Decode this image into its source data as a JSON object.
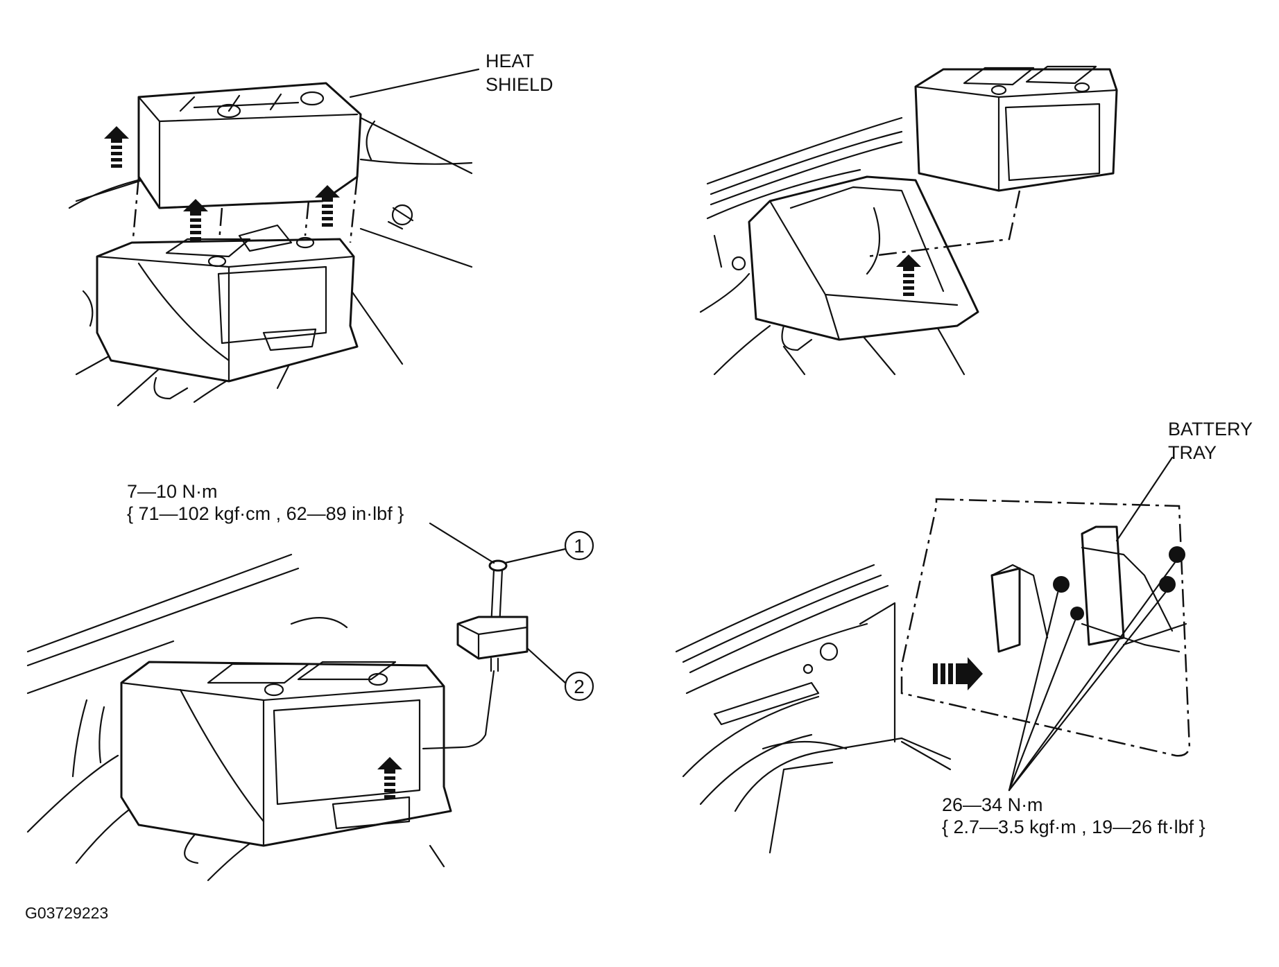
{
  "labels": {
    "heat_shield": [
      "HEAT",
      "SHIELD"
    ],
    "battery_tray": [
      "BATTERY",
      "TRAY"
    ],
    "clamp_torque": [
      "7—10 N·m",
      "{ 71—102 kgf·cm , 62—89 in·lbf }"
    ],
    "tray_torque": [
      "26—34 N·m",
      "{ 2.7—3.5 kgf·m , 19—26 ft·lbf }"
    ],
    "callout_1": "1",
    "callout_2": "2",
    "figure_code": "G03729223"
  }
}
